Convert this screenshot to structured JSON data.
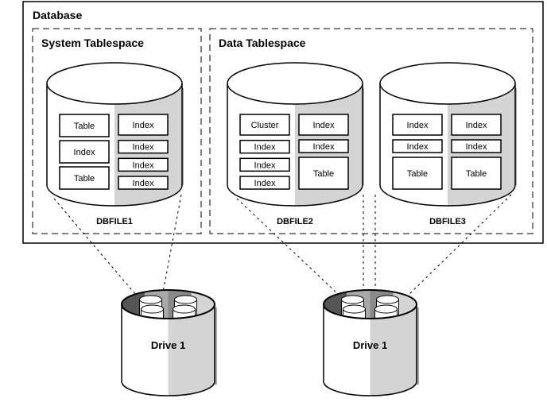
{
  "database": {
    "title": "Database",
    "tablespaces": [
      {
        "title": "System Tablespace",
        "datafiles": [
          {
            "name": "DBFILE1",
            "left_column": [
              "Table",
              "Index",
              "Table"
            ],
            "right_column": [
              "Index",
              "Index",
              "Index",
              "Index"
            ]
          }
        ]
      },
      {
        "title": "Data Tablespace",
        "datafiles": [
          {
            "name": "DBFILE2",
            "left_column": [
              "Cluster",
              "Index",
              "Index",
              "Index"
            ],
            "right_column": [
              "Index",
              "Index",
              "Table"
            ]
          },
          {
            "name": "DBFILE3",
            "left_column": [
              "Index",
              "Index",
              "Table"
            ],
            "right_column": [
              "Index",
              "Index",
              "Table"
            ]
          }
        ]
      }
    ]
  },
  "drives": [
    {
      "label": "Drive 1",
      "maps_from": [
        "DBFILE1"
      ]
    },
    {
      "label": "Drive 1",
      "maps_from": [
        "DBFILE2",
        "DBFILE3"
      ]
    }
  ],
  "colors": {
    "outline": "#000000",
    "shade_light": "#d4d4d4",
    "shade_mid": "#a8a8a8",
    "shade_dark": "#555555"
  }
}
